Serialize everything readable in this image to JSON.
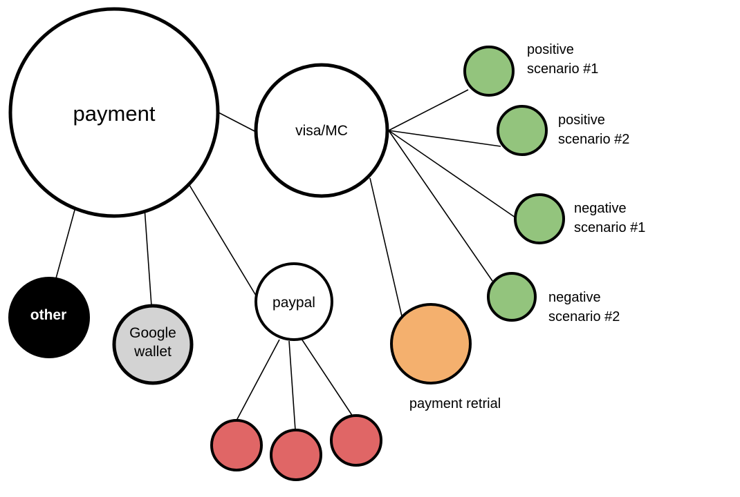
{
  "colors": {
    "white": "#ffffff",
    "black": "#000000",
    "gray": "#d3d3d3",
    "green": "#93c47d",
    "orange": "#f4b06e",
    "red": "#e06666"
  },
  "nodes": {
    "payment": {
      "label": "payment"
    },
    "visa_mc": {
      "label": "visa/MC"
    },
    "paypal": {
      "label": "paypal"
    },
    "other": {
      "label": "other"
    },
    "google_wallet": {
      "label_lines": [
        "Google",
        "wallet"
      ]
    },
    "positive_1": {
      "label_lines": [
        "positive",
        "scenario #1"
      ]
    },
    "positive_2": {
      "label_lines": [
        "positive",
        "scenario #2"
      ]
    },
    "negative_1": {
      "label_lines": [
        "negative",
        "scenario #1"
      ]
    },
    "negative_2": {
      "label_lines": [
        "negative",
        "scenario #2"
      ]
    },
    "payment_retrial": {
      "label": "payment retrial"
    }
  },
  "edges": [
    [
      "payment",
      "visa_mc"
    ],
    [
      "payment",
      "other"
    ],
    [
      "payment",
      "google_wallet"
    ],
    [
      "payment",
      "paypal"
    ],
    [
      "visa_mc",
      "positive_1"
    ],
    [
      "visa_mc",
      "positive_2"
    ],
    [
      "visa_mc",
      "negative_1"
    ],
    [
      "visa_mc",
      "negative_2"
    ],
    [
      "visa_mc",
      "payment_retrial"
    ],
    [
      "paypal",
      "paypal_child_1"
    ],
    [
      "paypal",
      "paypal_child_2"
    ],
    [
      "paypal",
      "paypal_child_3"
    ]
  ]
}
